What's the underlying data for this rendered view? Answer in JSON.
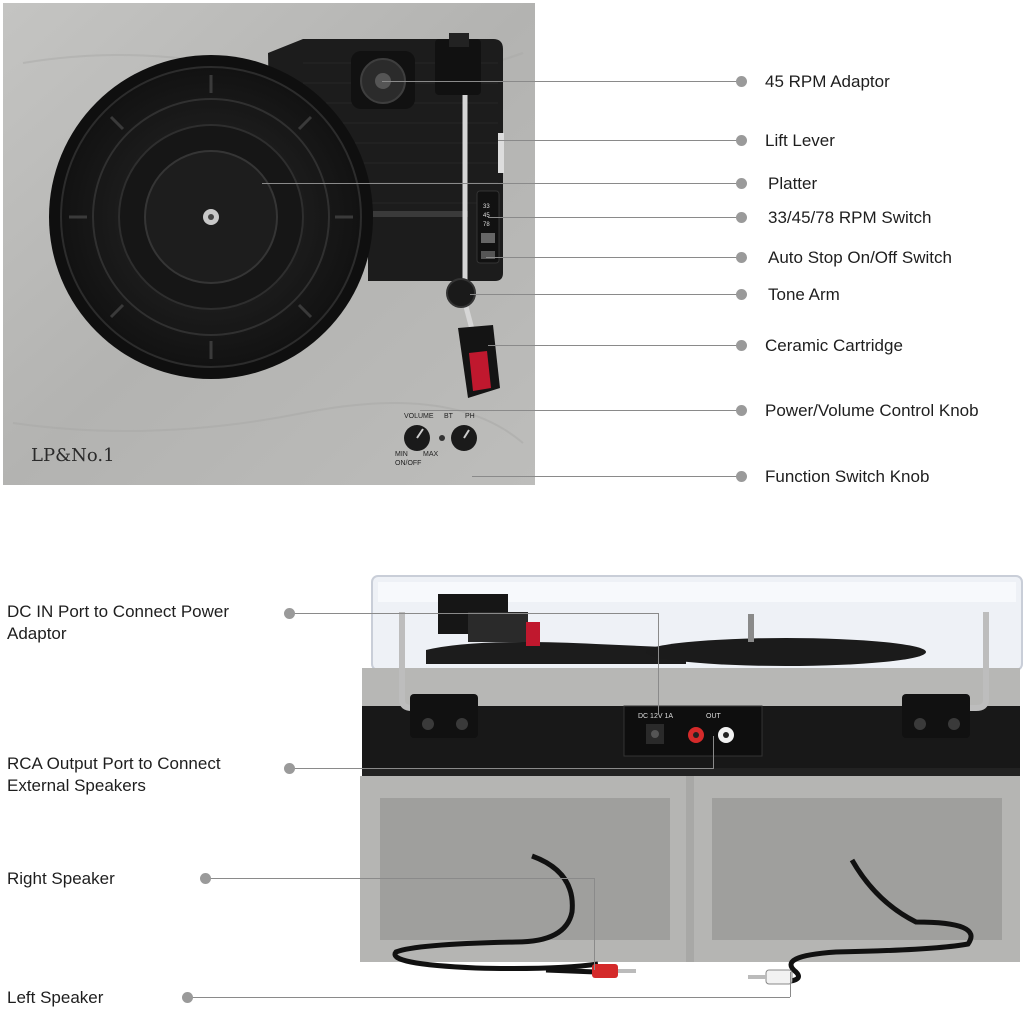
{
  "top_view": {
    "brand_logo": "LP&No.1",
    "knob_labels": {
      "volume": "VOLUME",
      "min": "MIN",
      "on_off": "ON/OFF",
      "max": "MAX",
      "bt": "BT",
      "ph": "PH"
    },
    "rpm_marks": [
      "33",
      "45",
      "78"
    ],
    "callouts": [
      "45 RPM Adaptor",
      "Lift Lever",
      "Platter",
      "33/45/78 RPM Switch",
      "Auto Stop On/Off Switch",
      "Tone Arm",
      "Ceramic Cartridge",
      "Power/Volume Control Knob",
      "Function Switch Knob"
    ]
  },
  "rear_view": {
    "port_labels": {
      "dc": "DC 12V 1A",
      "out": "OUT"
    },
    "callouts": [
      "DC IN Port to Connect Power Adaptor",
      "RCA Output Port to Connect External Speakers",
      "Right Speaker",
      "Left Speaker"
    ]
  },
  "colors": {
    "concrete": "#b9b9b7",
    "concrete_dark": "#a3a3a1",
    "black_part": "#1b1b1b",
    "callout_dot": "#9a9a9a",
    "rca_red": "#d42a2a",
    "rca_white": "#f2f2f2"
  }
}
